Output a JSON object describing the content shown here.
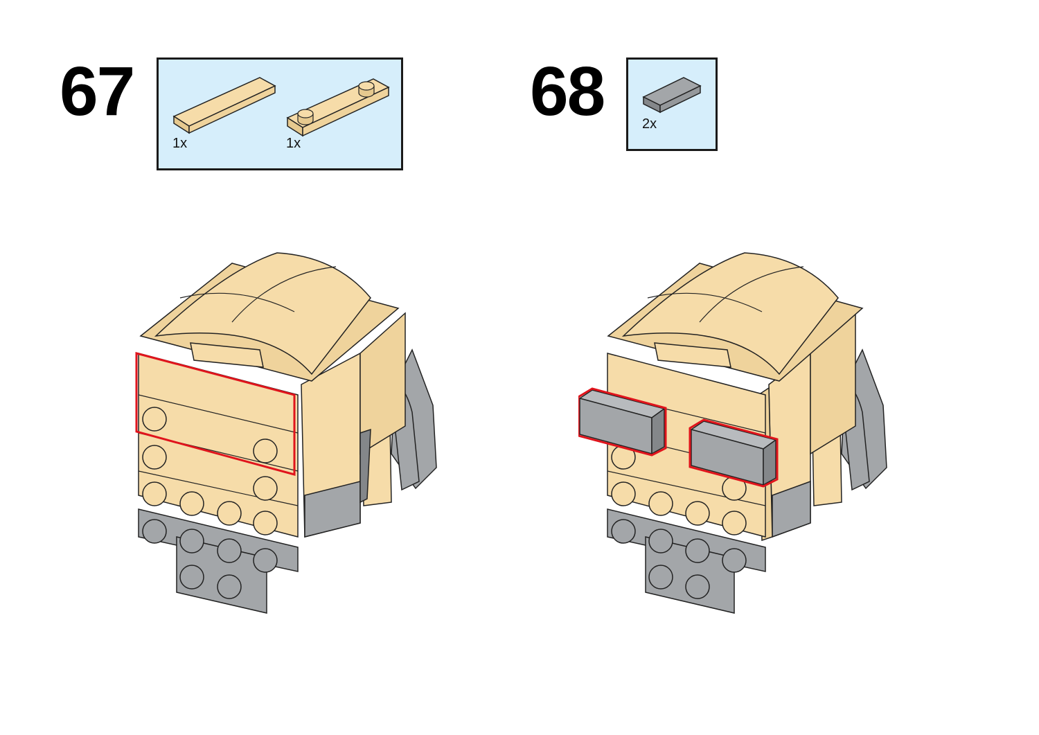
{
  "steps": [
    {
      "number": "67",
      "parts": [
        {
          "quantity": "1x",
          "color": "#f6dca9",
          "kind": "tile-1x4"
        },
        {
          "quantity": "1x",
          "color": "#f6dca9",
          "kind": "plate-1x4-two-studs"
        }
      ]
    },
    {
      "number": "68",
      "parts": [
        {
          "quantity": "2x",
          "color": "#a3a6a9",
          "kind": "tile-1x2"
        }
      ]
    }
  ],
  "colors": {
    "tan": "#f6dca9",
    "tan_shade": "#e6c98f",
    "grey": "#a3a6a9",
    "grey_dark": "#84878a",
    "highlight": "#e0141c",
    "parts_bg": "#d6eefb"
  }
}
